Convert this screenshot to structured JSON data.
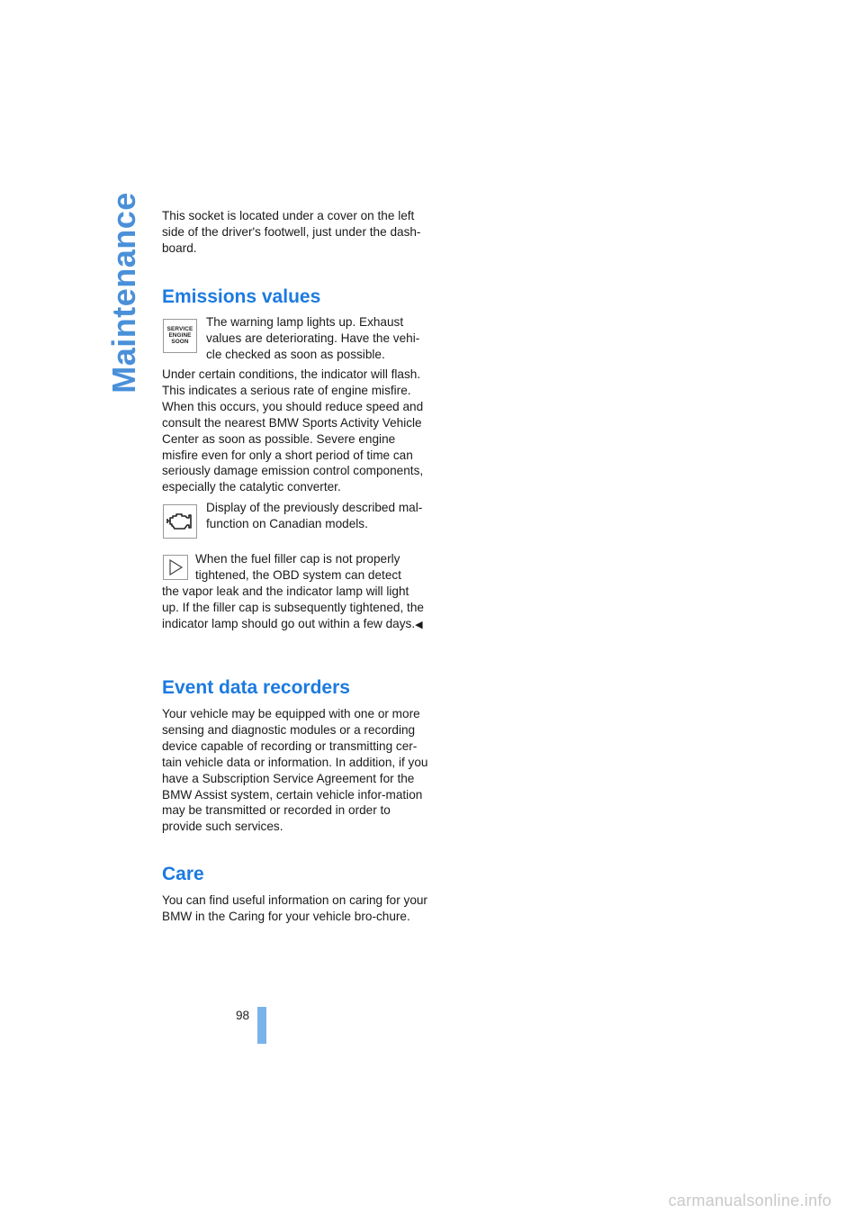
{
  "section_title": "Maintenance",
  "intro": "This socket is located under a cover on the left side of the driver's footwell, just under the dash-board.",
  "emissions": {
    "heading": "Emissions values",
    "icon1_lines": [
      "SERVICE",
      "ENGINE",
      "SOON"
    ],
    "icon1_text": "The warning lamp lights up. Exhaust values are deteriorating. Have the vehi-cle checked as soon as possible.",
    "flash_text": "Under certain conditions, the indicator will flash. This indicates a serious rate of engine misfire. When this occurs, you should reduce speed and consult the nearest BMW Sports Activity Vehicle Center as soon as possible. Severe engine misfire even for only a short period of time can seriously damage emission control components, especially the catalytic converter.",
    "icon2_text": "Display of the previously described mal-function on Canadian models.",
    "note_first": "When the fuel filler cap is not properly tightened, the OBD system can detect",
    "note_rest": "the vapor leak and the indicator lamp will light up. If the filler cap is subsequently tightened, the indicator lamp should go out within a few days.",
    "note_end_mark": "◀"
  },
  "event": {
    "heading": "Event data recorders",
    "text": "Your vehicle may be equipped with one or more sensing and diagnostic modules or a recording device capable of recording or transmitting cer-tain vehicle data or information. In addition, if you have a Subscription Service Agreement for the BMW Assist system, certain vehicle infor-mation may be transmitted or recorded in order to provide such services."
  },
  "care": {
    "heading": "Care",
    "text": "You can find useful information on caring for your BMW in the Caring for your vehicle bro-chure."
  },
  "page_number": "98",
  "watermark": "carmanualsonline.info",
  "colors": {
    "heading": "#1c7ae0",
    "side_title": "#4a90d9",
    "page_bar": "#7ab3ea"
  }
}
